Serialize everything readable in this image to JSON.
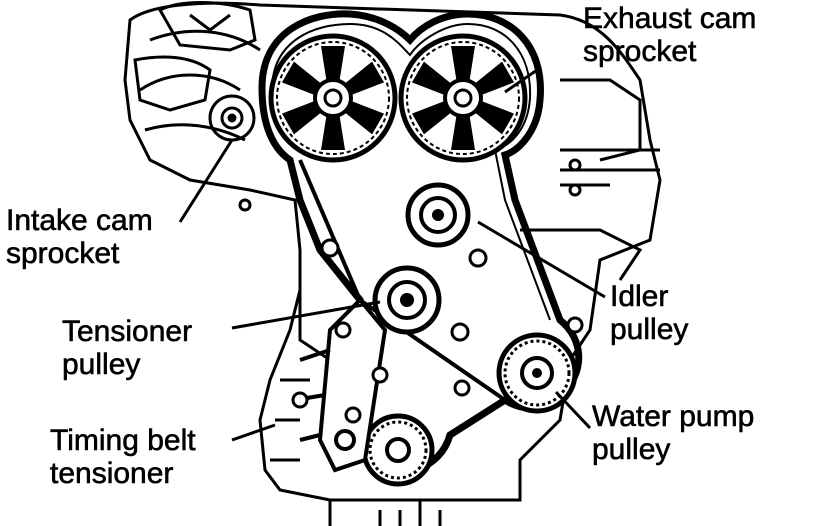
{
  "labels": {
    "exhaust_cam_sprocket": [
      "Exhaust cam",
      "sprocket"
    ],
    "intake_cam_sprocket": [
      "Intake cam",
      "sprocket"
    ],
    "idler_pulley": [
      "Idler",
      "pulley"
    ],
    "tensioner_pulley": [
      "Tensioner",
      "pulley"
    ],
    "water_pump_pulley": [
      "Water pump",
      "pulley"
    ],
    "timing_belt_tensioner": [
      "Timing belt",
      "tensioner"
    ]
  },
  "colors": {
    "ink": "#000000",
    "paper": "#ffffff"
  }
}
